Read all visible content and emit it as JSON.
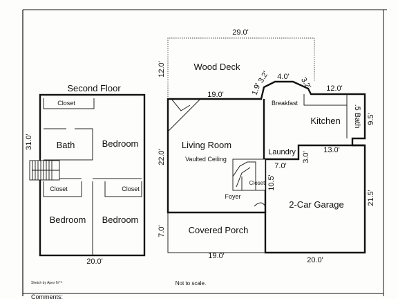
{
  "second_floor": {
    "title": "Second Floor",
    "rooms": {
      "closet_top": "Closet",
      "bath": "Bath",
      "bedroom_ne": "Bedroom",
      "closet_left": "Closet",
      "closet_right": "Closet",
      "bedroom_sw": "Bedroom",
      "bedroom_se": "Bedroom"
    },
    "dims": {
      "height": "31.0'",
      "width": "20.0'"
    }
  },
  "first_floor": {
    "rooms": {
      "wood_deck": "Wood Deck",
      "living_room": "Living Room",
      "vaulted": "Vaulted Ceiling",
      "foyer": "Foyer",
      "closet": "Closet",
      "breakfast": "Breakfast",
      "kitchen": "Kitchen",
      "bath": ".5 Bath",
      "laundry": "Laundry",
      "garage": "2-Car Garage",
      "porch": "Covered Porch"
    },
    "dims": {
      "deck_width": "29.0'",
      "deck_height": "12.0'",
      "living_width": "19.0'",
      "living_height": "22.0'",
      "bay_left": "1.9'",
      "bay_left2": "3.2'",
      "bay_top": "4.0'",
      "bay_right": "3.2'",
      "kitchen_width": "12.0'",
      "kitchen_height": "9.5'",
      "laundry_width": "13.0'",
      "laundry_notch": "3.0'",
      "laundry_depth": "7.0'",
      "garage_left": "10.5'",
      "garage_height": "21.5'",
      "porch_height": "7.0'",
      "porch_width": "19.0'",
      "garage_width": "20.0'"
    }
  },
  "footer": {
    "sketch_credit": "Sketch by Apex IV™",
    "scale_note": "Not to scale.",
    "comments_label": "Comments:"
  }
}
